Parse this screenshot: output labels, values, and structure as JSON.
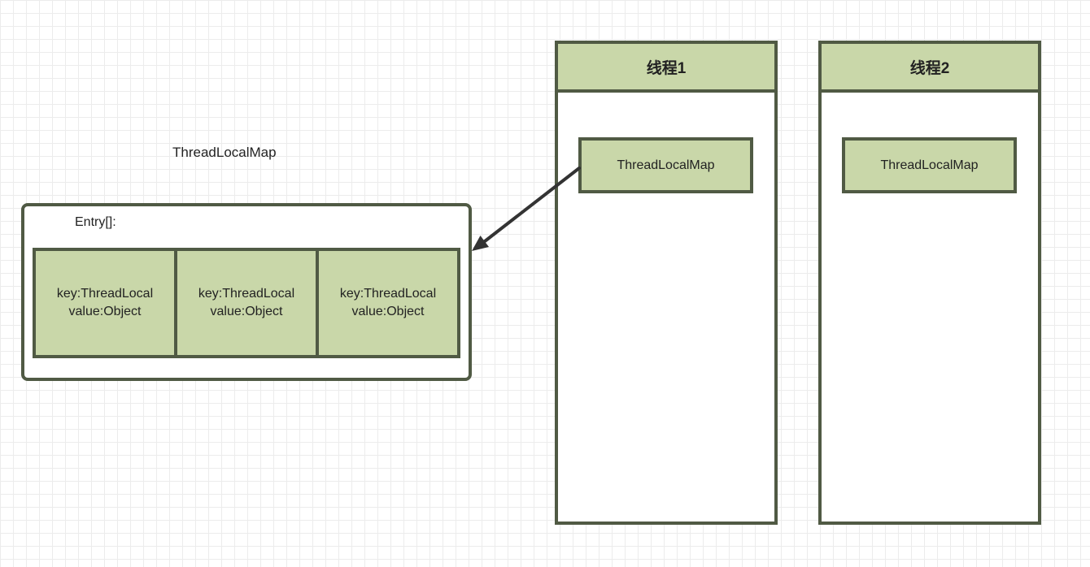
{
  "diagram": {
    "map_caption": "ThreadLocalMap",
    "entry_array_label": "Entry[]:",
    "entries": [
      {
        "key": "key:ThreadLocal",
        "value": "value:Object"
      },
      {
        "key": "key:ThreadLocal",
        "value": "value:Object"
      },
      {
        "key": "key:ThreadLocal",
        "value": "value:Object"
      }
    ],
    "threads": [
      {
        "title": "线程1",
        "map_label": "ThreadLocalMap"
      },
      {
        "title": "线程2",
        "map_label": "ThreadLocalMap"
      }
    ]
  },
  "colors": {
    "box_fill": "#c9d7a9",
    "border": "#505a44",
    "arrow": "#333333",
    "grid": "#ececec"
  }
}
